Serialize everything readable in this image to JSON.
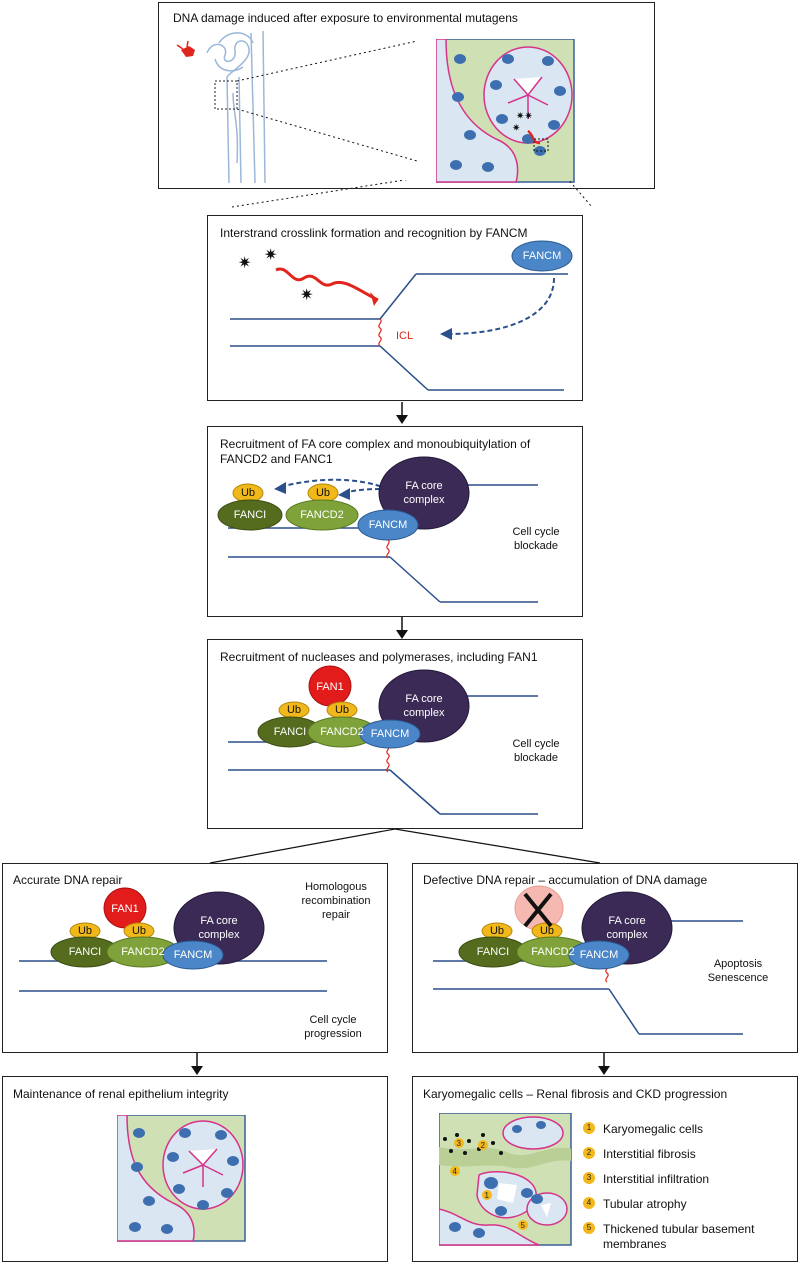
{
  "panels": {
    "top_title": "DNA damage induced after exposure to environmental mutagens",
    "step1_title": "Interstrand crosslink formation and recognition by FANCM",
    "step2_title_line1": "Recruitment of FA core complex and monoubiquitylation of",
    "step2_title_line2": "FANCD2 and FANC1",
    "step3_title": "Recruitment of nucleases and polymerases, including FAN1",
    "left_title": "Accurate DNA repair",
    "right_title": "Defective DNA repair – accumulation of DNA damage",
    "bottom_left_title": "Maintenance of renal epithelium integrity",
    "bottom_right_title": "Karyomegalic cells – Renal fibrosis and CKD progression"
  },
  "labels": {
    "icl": "ICL",
    "fancm": "FANCM",
    "fanci": "FANCI",
    "fancd2": "FANCD2",
    "ub": "Ub",
    "fan1": "FAN1",
    "fa_core_1": "FA core",
    "fa_core_2": "complex",
    "cell_cycle_1": "Cell cycle",
    "blockade": "blockade",
    "hr_1": "Homologous",
    "hr_2": "recombination",
    "hr_3": "repair",
    "progression": "progression",
    "apoptosis": "Apoptosis",
    "senescence": "Senescence"
  },
  "legend": [
    {
      "num": "1",
      "text": "Karyomegalic cells"
    },
    {
      "num": "2",
      "text": "Interstitial fibrosis"
    },
    {
      "num": "3",
      "text": "Interstitial infiltration"
    },
    {
      "num": "4",
      "text": "Tubular atrophy"
    },
    {
      "num": "5",
      "text": "Thickened tubular basement",
      "text2": "membranes"
    }
  ],
  "colors": {
    "dna": "#2b4f8a",
    "fancm": "#4a86c8",
    "fanci": "#556b1e",
    "fancd2": "#7fa33a",
    "ub": "#f0b81a",
    "fan1": "#e21b1b",
    "fa_core": "#3a2a55",
    "icl": "#e0261c",
    "membrane": "#d6338a",
    "cell": "#dbe6f3",
    "nucleus": "#3d6fb0",
    "stroma": "#cfe0b5"
  }
}
